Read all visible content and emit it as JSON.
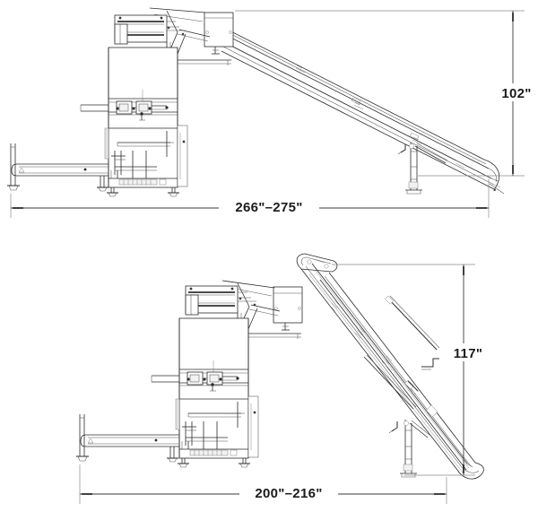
{
  "document": {
    "type": "engineering-drawing",
    "description": "Two side elevation views of a case packer with inclined discharge conveyor",
    "background_color": "#ffffff",
    "line_color": "#2b2b2b"
  },
  "views": [
    {
      "id": "top-view",
      "name": "upper-elevation",
      "dimensions": {
        "horizontal": {
          "label": "266\"–275\"",
          "name": "overall-length"
        },
        "vertical": {
          "label": "102\"",
          "name": "overall-height"
        }
      }
    },
    {
      "id": "bottom-view",
      "name": "lower-elevation",
      "dimensions": {
        "horizontal": {
          "label": "200\"–216\"",
          "name": "overall-length"
        },
        "vertical": {
          "label": "117\"",
          "name": "overall-height"
        }
      }
    }
  ],
  "labels": {
    "top_horizontal": "266\"–275\"",
    "top_vertical": "102\"",
    "bottom_horizontal": "200\"–216\"",
    "bottom_vertical": "117\""
  }
}
